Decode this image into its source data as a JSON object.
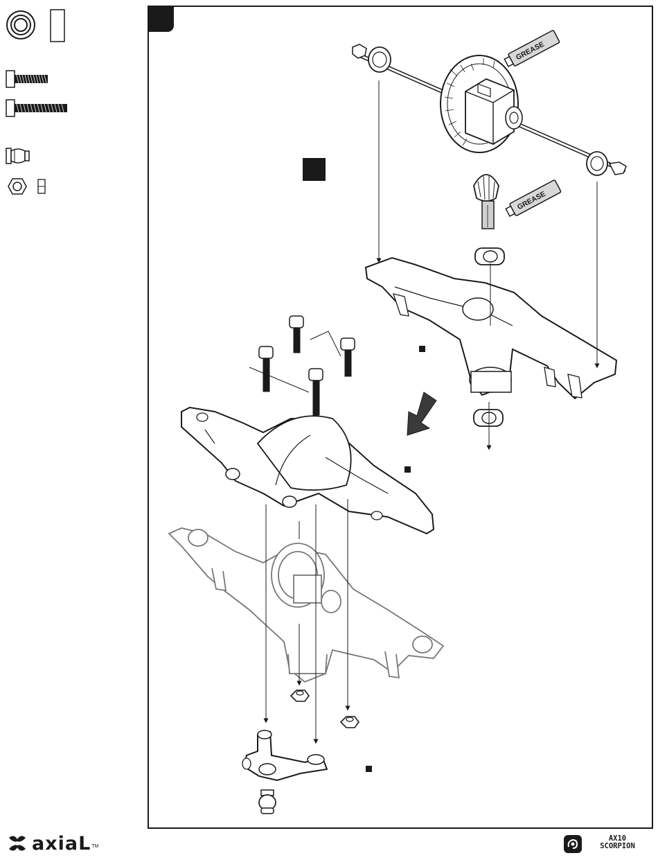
{
  "page": {
    "background": "#ffffff",
    "ink": "#1a1a1a"
  },
  "parts_column": [
    {
      "name": "bearing",
      "icon": "bearing-icon"
    },
    {
      "name": "short-cap-screw",
      "icon": "short-cap-screw-icon"
    },
    {
      "name": "long-cap-screw",
      "icon": "long-cap-screw-icon"
    },
    {
      "name": "pivot-ball",
      "icon": "pivot-ball-icon"
    },
    {
      "name": "locknut",
      "icon": "hex-nut-icon"
    }
  ],
  "drawing": {
    "grease_labels": [
      "GREASE",
      "GREASE"
    ],
    "components": [
      "differential-assembly-icon",
      "pinion-gear-icon",
      "grease-tube-icon",
      "bearing-icon",
      "axle-housing-half-icon",
      "axle-housing-cover-icon",
      "assembled-axle-icon",
      "steering-link-mount-icon",
      "hex-nut-icon",
      "pivot-ball-icon",
      "assembly-direction-arrow-icon"
    ]
  },
  "footer": {
    "brand": "axiaL",
    "brand_tm": "TM",
    "model_line1": "AX10",
    "model_line2": "SCORPION"
  }
}
